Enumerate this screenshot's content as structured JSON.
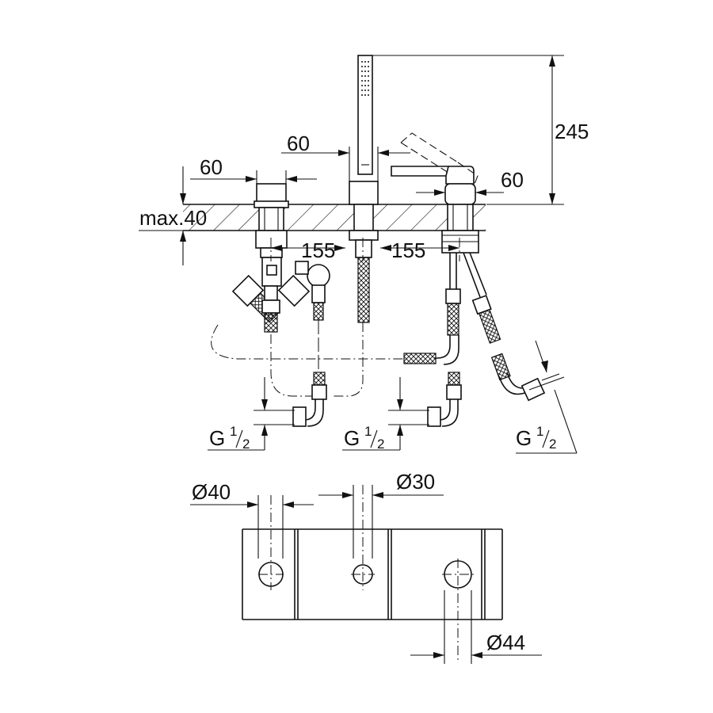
{
  "dimensions": {
    "height_245": "245",
    "spacing_60_center": "60",
    "spacing_60_left": "60",
    "spacing_60_right": "60",
    "max_thickness": "max.40",
    "distance_155_left": "155",
    "distance_155_right": "155",
    "diameter_40": "Ø40",
    "diameter_30": "Ø30",
    "diameter_44": "Ø44"
  },
  "connections": [
    {
      "letter": "G",
      "num": "1",
      "den": "2"
    },
    {
      "letter": "G",
      "num": "1",
      "den": "2"
    },
    {
      "letter": "G",
      "num": "1",
      "den": "2"
    }
  ]
}
